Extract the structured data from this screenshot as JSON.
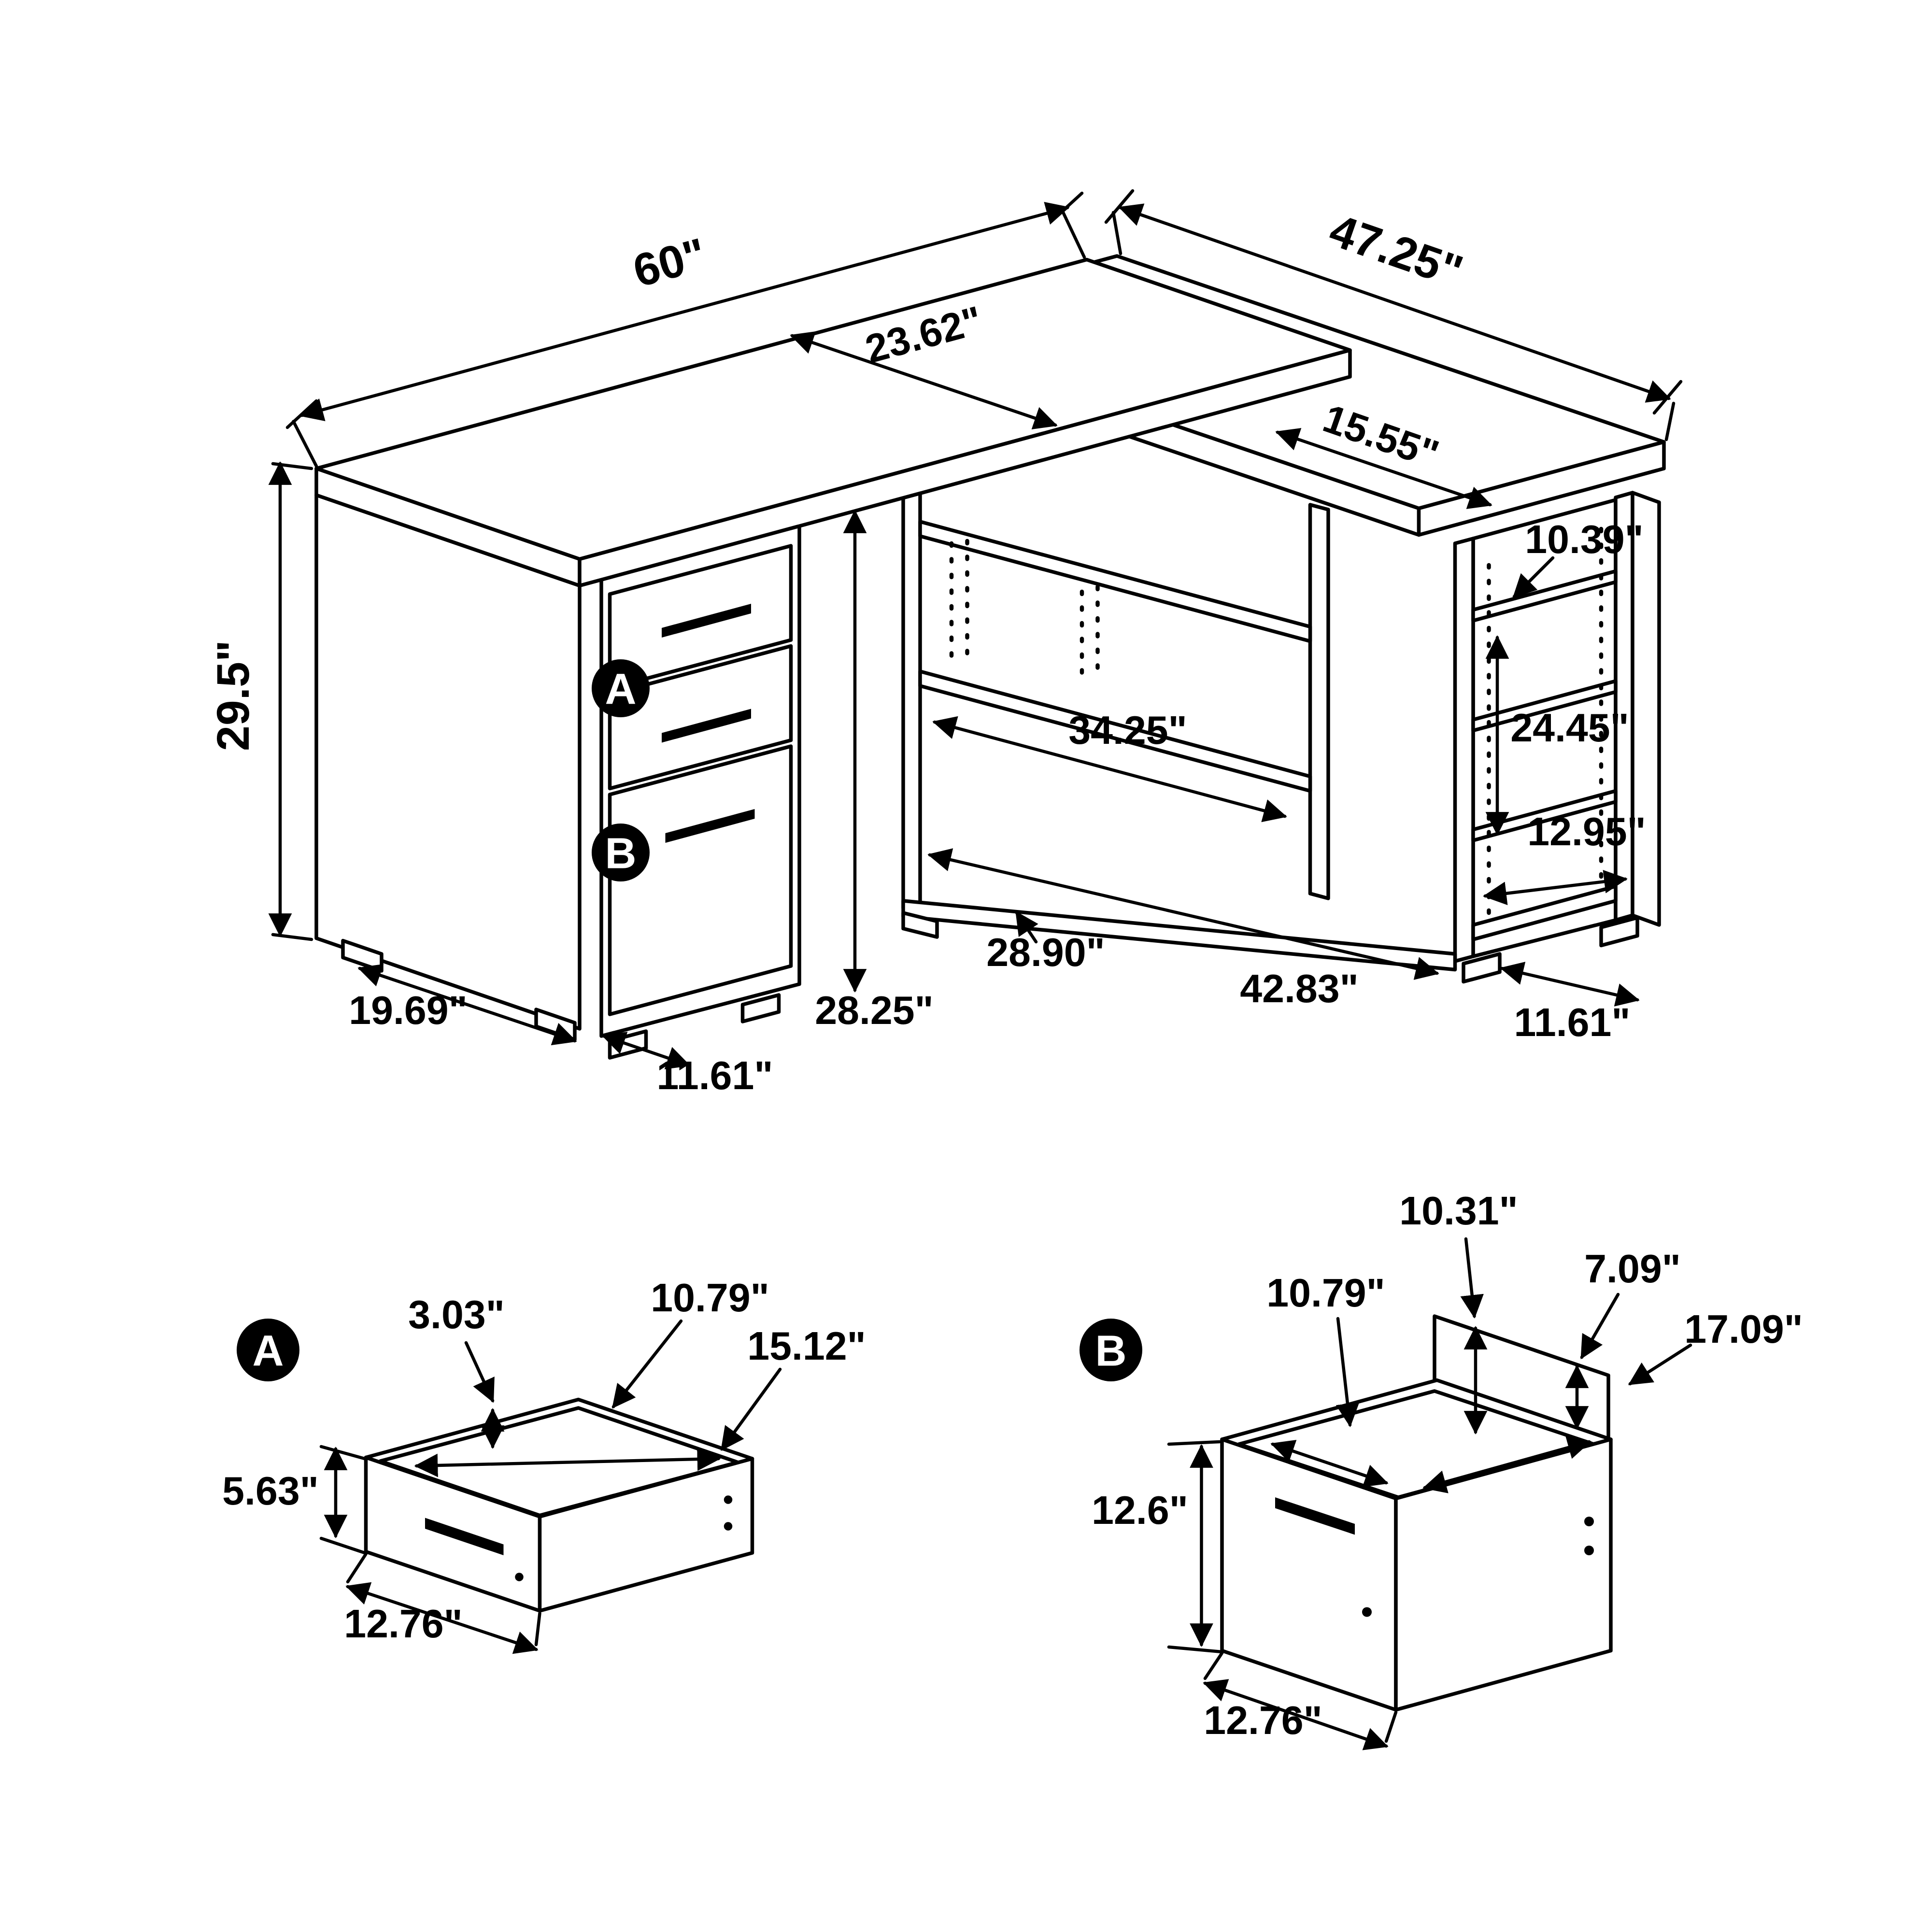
{
  "drawing": {
    "colors": {
      "line": "#000000",
      "background": "#ffffff",
      "marker_fill": "#000000",
      "marker_text": "#ffffff"
    },
    "main_view": {
      "dim_60": "60\"",
      "dim_47_25": "47.25\"",
      "dim_23_62": "23.62\"",
      "dim_15_55": "15.55\"",
      "dim_29_5": "29.5\"",
      "dim_10_39": "10.39\"",
      "dim_24_45": "24.45\"",
      "dim_34_25": "34.25\"",
      "dim_12_95": "12.95\"",
      "dim_28_90": "28.90\"",
      "dim_28_25": "28.25\"",
      "dim_42_83": "42.83\"",
      "dim_11_61_right": "11.61\"",
      "dim_11_61_left": "11.61\"",
      "dim_19_69": "19.69\"",
      "marker_a": "A",
      "marker_b": "B"
    },
    "drawer_a_view": {
      "marker": "A",
      "dim_3_03": "3.03\"",
      "dim_10_79": "10.79\"",
      "dim_15_12": "15.12\"",
      "dim_5_63": "5.63\"",
      "dim_12_76": "12.76\""
    },
    "drawer_b_view": {
      "marker": "B",
      "dim_10_31": "10.31\"",
      "dim_7_09": "7.09\"",
      "dim_10_79": "10.79\"",
      "dim_17_09": "17.09\"",
      "dim_12_6": "12.6\"",
      "dim_12_76": "12.76\""
    }
  }
}
